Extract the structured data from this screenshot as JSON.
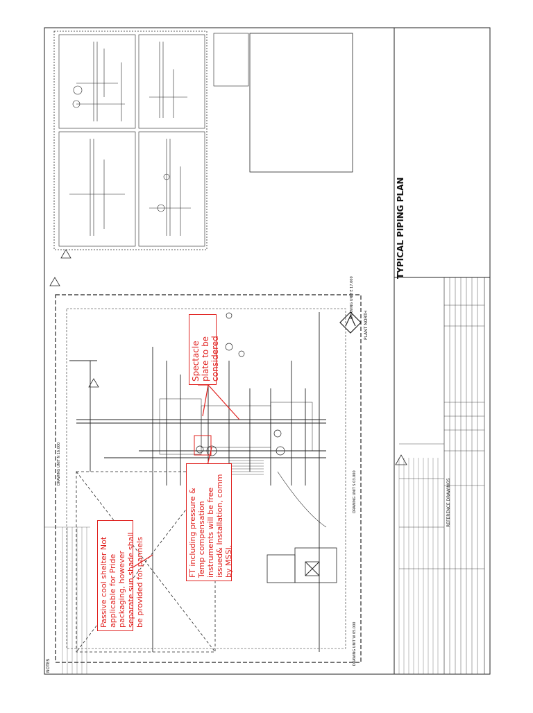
{
  "drawing": {
    "title": "TYPICAL PIPING PLAN",
    "plant_north": "PLANT NORTH",
    "drawing_unit_north": "DRAWING UNIT E 17.000",
    "drawing_unit_east": "DRAWING UNIT N 16.000",
    "drawing_unit_south": "DRAWING UNIT S 03.000",
    "drawing_unit_west": "DRAWING UNIT W 05.000",
    "notes_label": "NOTES",
    "reference_drawings_label": "REFERENCE DRAWINGS"
  },
  "annotations": {
    "sun_shade": "Passive cool shelter Not applicable for Pride packaging, however separate sun shade shall be provided for pannels",
    "ft_instruments": "FT including pressure & Temp compensation instruments will be free issued& Installation, comm by MSSI.",
    "spectacle_plate": "Spectacle plate to be considered"
  },
  "colors": {
    "annotation": "#e0201e",
    "line": "#222222"
  }
}
